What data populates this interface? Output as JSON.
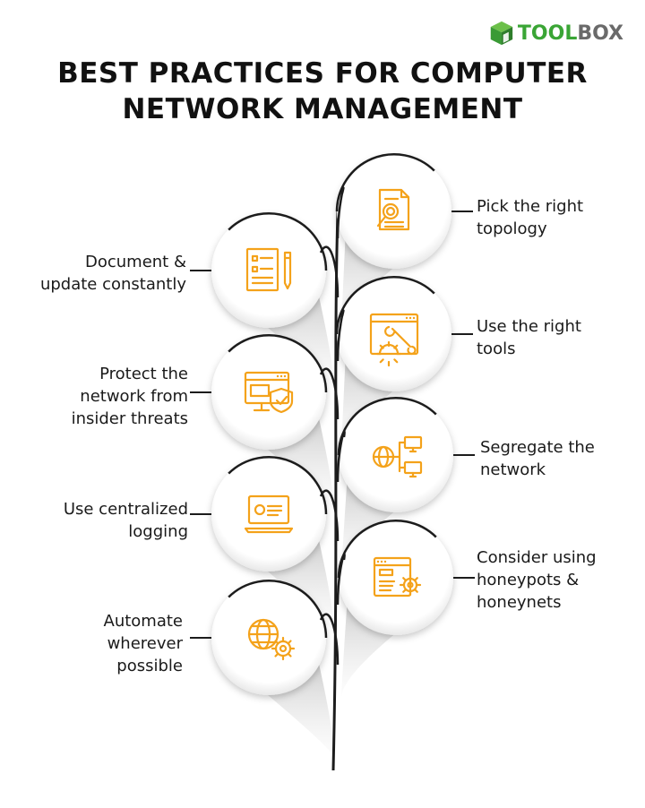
{
  "logo": {
    "text_a": "TOOL",
    "text_b": "BOX",
    "brand_color": "#3aa535"
  },
  "title": {
    "line1": "BEST PRACTICES FOR COMPUTER",
    "line2": "NETWORK MANAGEMENT"
  },
  "accent_color": "#f4a21a",
  "items_right": [
    {
      "icon": "document-search-icon",
      "lines": [
        "Pick the right",
        "topology"
      ]
    },
    {
      "icon": "browser-wrench-gear-icon",
      "lines": [
        "Use the right",
        "tools"
      ]
    },
    {
      "icon": "globe-network-icon",
      "lines": [
        "Segregate the",
        "network"
      ]
    },
    {
      "icon": "browser-gear-icon",
      "lines": [
        "Consider using",
        "honeypots &",
        "honeynets"
      ]
    }
  ],
  "items_left": [
    {
      "icon": "document-pen-icon",
      "lines": [
        "Document &",
        "update constantly"
      ]
    },
    {
      "icon": "monitor-shield-icon",
      "lines": [
        "Protect the",
        "network from",
        "insider threats"
      ]
    },
    {
      "icon": "laptop-log-icon",
      "lines": [
        "Use centralized",
        "logging"
      ]
    },
    {
      "icon": "globe-gear-icon",
      "lines": [
        "Automate",
        "wherever",
        "possible"
      ]
    }
  ]
}
